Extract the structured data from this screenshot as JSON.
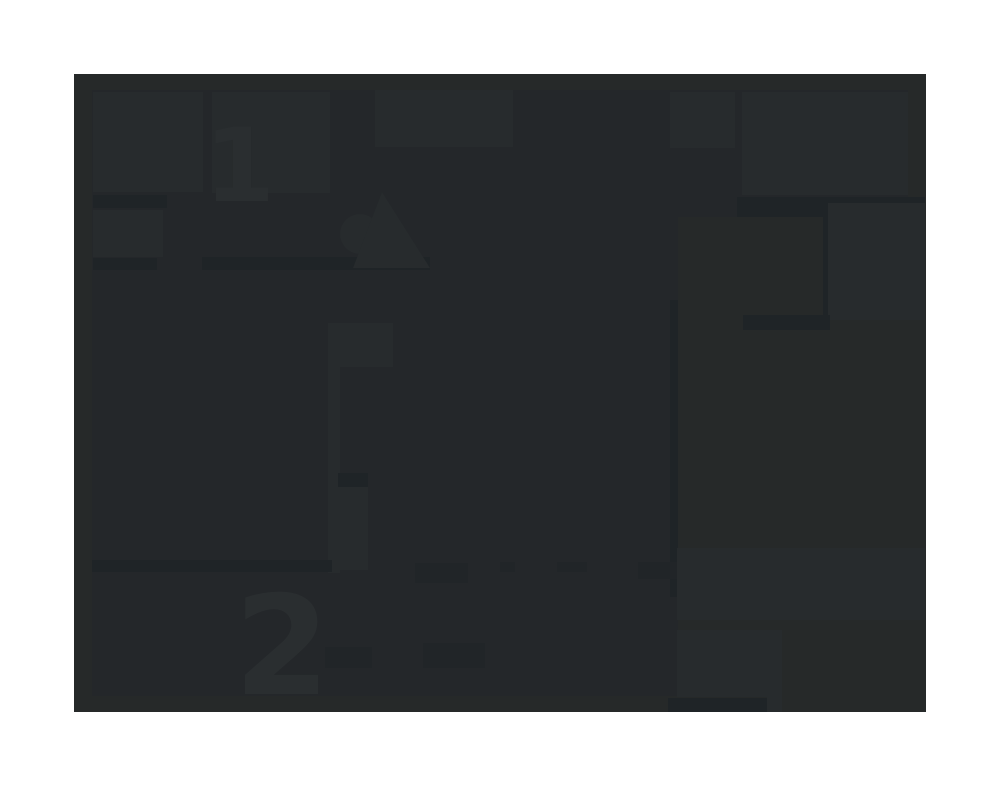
{
  "screen": {
    "description": "Dimmed near-black screen with faint ghosted UI regions",
    "numerals": {
      "one": "1",
      "two": "2"
    }
  },
  "colors": {
    "canvas_bg": "#ffffff",
    "screen_band": "#262929",
    "screen_bg": "#24272a",
    "patch_light": "#272b2d",
    "column_light": "#262929",
    "patch_dark": "#1f2427",
    "chip_dark": "#212528",
    "glyph": "#2a2e30",
    "blob": "#272b2d"
  }
}
